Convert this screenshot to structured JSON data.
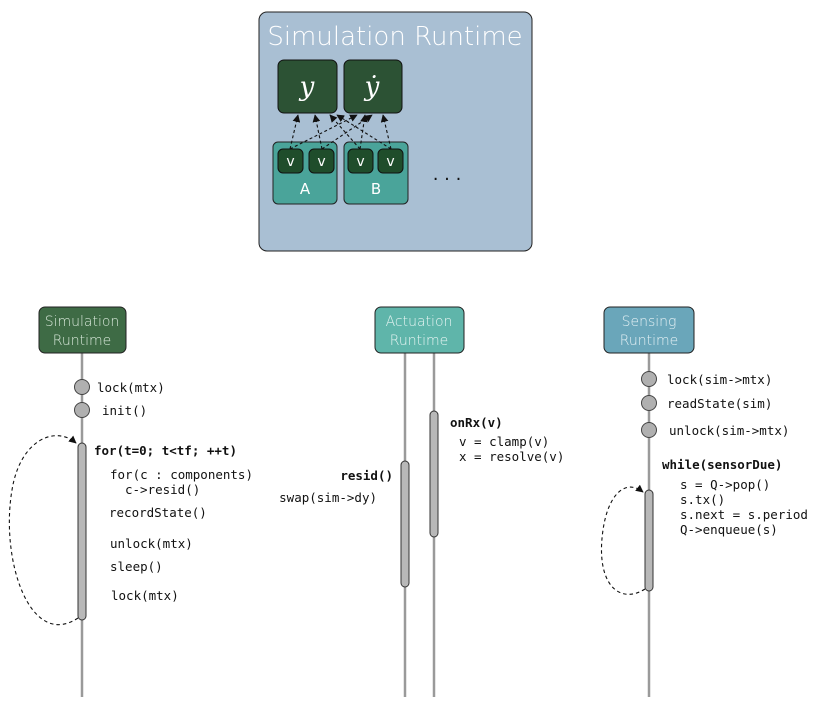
{
  "top_panel": {
    "title": "Simulation Runtime",
    "state_y": "y",
    "state_ydot": "ẏ",
    "component_a": {
      "label": "A",
      "vars": [
        "v",
        "v"
      ]
    },
    "component_b": {
      "label": "B",
      "vars": [
        "v",
        "v"
      ]
    },
    "ellipsis": ". . ."
  },
  "lanes": {
    "simulation": {
      "title_line1": "Simulation",
      "title_line2": "Runtime",
      "pre": [
        "lock(mtx)",
        "init()"
      ],
      "loop_header": "for(t=0; t<tf; ++t)",
      "body": [
        "for(c : components)",
        "c->resid()",
        "recordState()",
        "unlock(mtx)",
        "sleep()",
        "lock(mtx)"
      ]
    },
    "actuation": {
      "title_line1": "Actuation",
      "title_line2": "Runtime",
      "onrx_header": "onRx(v)",
      "onrx_body": [
        "v = clamp(v)",
        "x = resolve(v)"
      ],
      "resid_header": "resid()",
      "resid_body": [
        "swap(sim->dy)"
      ]
    },
    "sensing": {
      "title_line1": "Sensing",
      "title_line2": "Runtime",
      "pre": [
        "lock(sim->mtx)",
        "readState(sim)",
        "unlock(sim->mtx)"
      ],
      "loop_header": "while(sensorDue)",
      "body": [
        "s = Q->pop()",
        "s.tx()",
        "s.next = s.period",
        "Q->enqueue(s)"
      ]
    }
  },
  "colors": {
    "panel_bg": "#a9bfd3",
    "state_box": "#2c5234",
    "component_box": "#4aa49a",
    "var_box": "#1f4d2b",
    "sim_header": "#3e6b45",
    "act_header": "#5fb5aa",
    "sense_header": "#6aa6ba",
    "lifeline": "#9a9a9a",
    "activation": "#b8b8b8",
    "node": "#b0b0b0"
  }
}
